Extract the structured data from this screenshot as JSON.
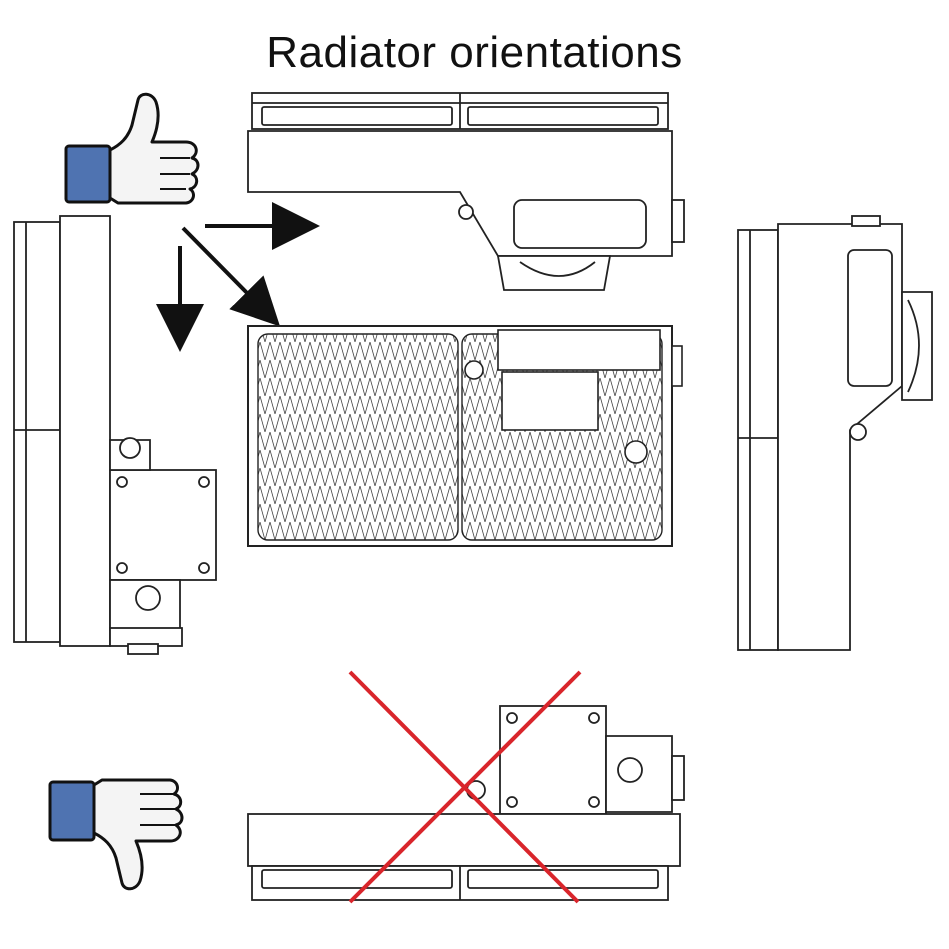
{
  "title": "Radiator orientations",
  "icons": {
    "good": "thumbs-up-icon",
    "bad": "thumbs-down-icon"
  },
  "colors": {
    "line": "#222222",
    "cross": "#d9252b",
    "thumb_cuff": "#4f73b1",
    "thumb_hand": "#f4f4f4"
  },
  "orientations": [
    {
      "id": "tubes-top",
      "recommended": true
    },
    {
      "id": "tubes-side-left",
      "recommended": true
    },
    {
      "id": "front-facing",
      "recommended": true
    },
    {
      "id": "tubes-side-right",
      "recommended": true
    },
    {
      "id": "pump-on-top",
      "recommended": false
    }
  ]
}
